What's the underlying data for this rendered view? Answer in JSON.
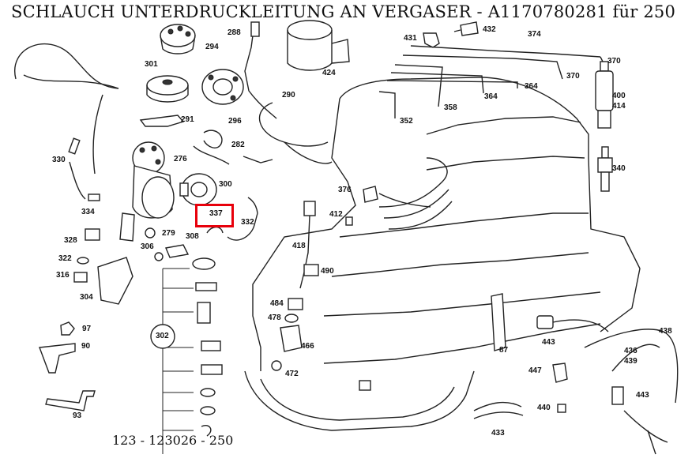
{
  "title": "SCHLAUCH UNTERDRUCKLEITUNG AN VERGASER - A1170780281 für 250",
  "footer": "123 - 123026 - 250",
  "highlight": {
    "label": "337",
    "color": "#e8000b"
  },
  "parts": [
    {
      "id": "288"
    },
    {
      "id": "294"
    },
    {
      "id": "301"
    },
    {
      "id": "291"
    },
    {
      "id": "296"
    },
    {
      "id": "282"
    },
    {
      "id": "290"
    },
    {
      "id": "424"
    },
    {
      "id": "431"
    },
    {
      "id": "432"
    },
    {
      "id": "374"
    },
    {
      "id": "370"
    },
    {
      "id": "370b",
      "text": "370"
    },
    {
      "id": "400"
    },
    {
      "id": "414"
    },
    {
      "id": "364"
    },
    {
      "id": "364b",
      "text": "364"
    },
    {
      "id": "358"
    },
    {
      "id": "352"
    },
    {
      "id": "340"
    },
    {
      "id": "330"
    },
    {
      "id": "334"
    },
    {
      "id": "276"
    },
    {
      "id": "300"
    },
    {
      "id": "332"
    },
    {
      "id": "328"
    },
    {
      "id": "279"
    },
    {
      "id": "308"
    },
    {
      "id": "306"
    },
    {
      "id": "322"
    },
    {
      "id": "316"
    },
    {
      "id": "304"
    },
    {
      "id": "97"
    },
    {
      "id": "90"
    },
    {
      "id": "302"
    },
    {
      "id": "93"
    },
    {
      "id": "376"
    },
    {
      "id": "412"
    },
    {
      "id": "418"
    },
    {
      "id": "490"
    },
    {
      "id": "484"
    },
    {
      "id": "478"
    },
    {
      "id": "466"
    },
    {
      "id": "472"
    },
    {
      "id": "87"
    },
    {
      "id": "443"
    },
    {
      "id": "438"
    },
    {
      "id": "436"
    },
    {
      "id": "439"
    },
    {
      "id": "447"
    },
    {
      "id": "443b",
      "text": "443"
    },
    {
      "id": "440"
    },
    {
      "id": "433"
    }
  ]
}
